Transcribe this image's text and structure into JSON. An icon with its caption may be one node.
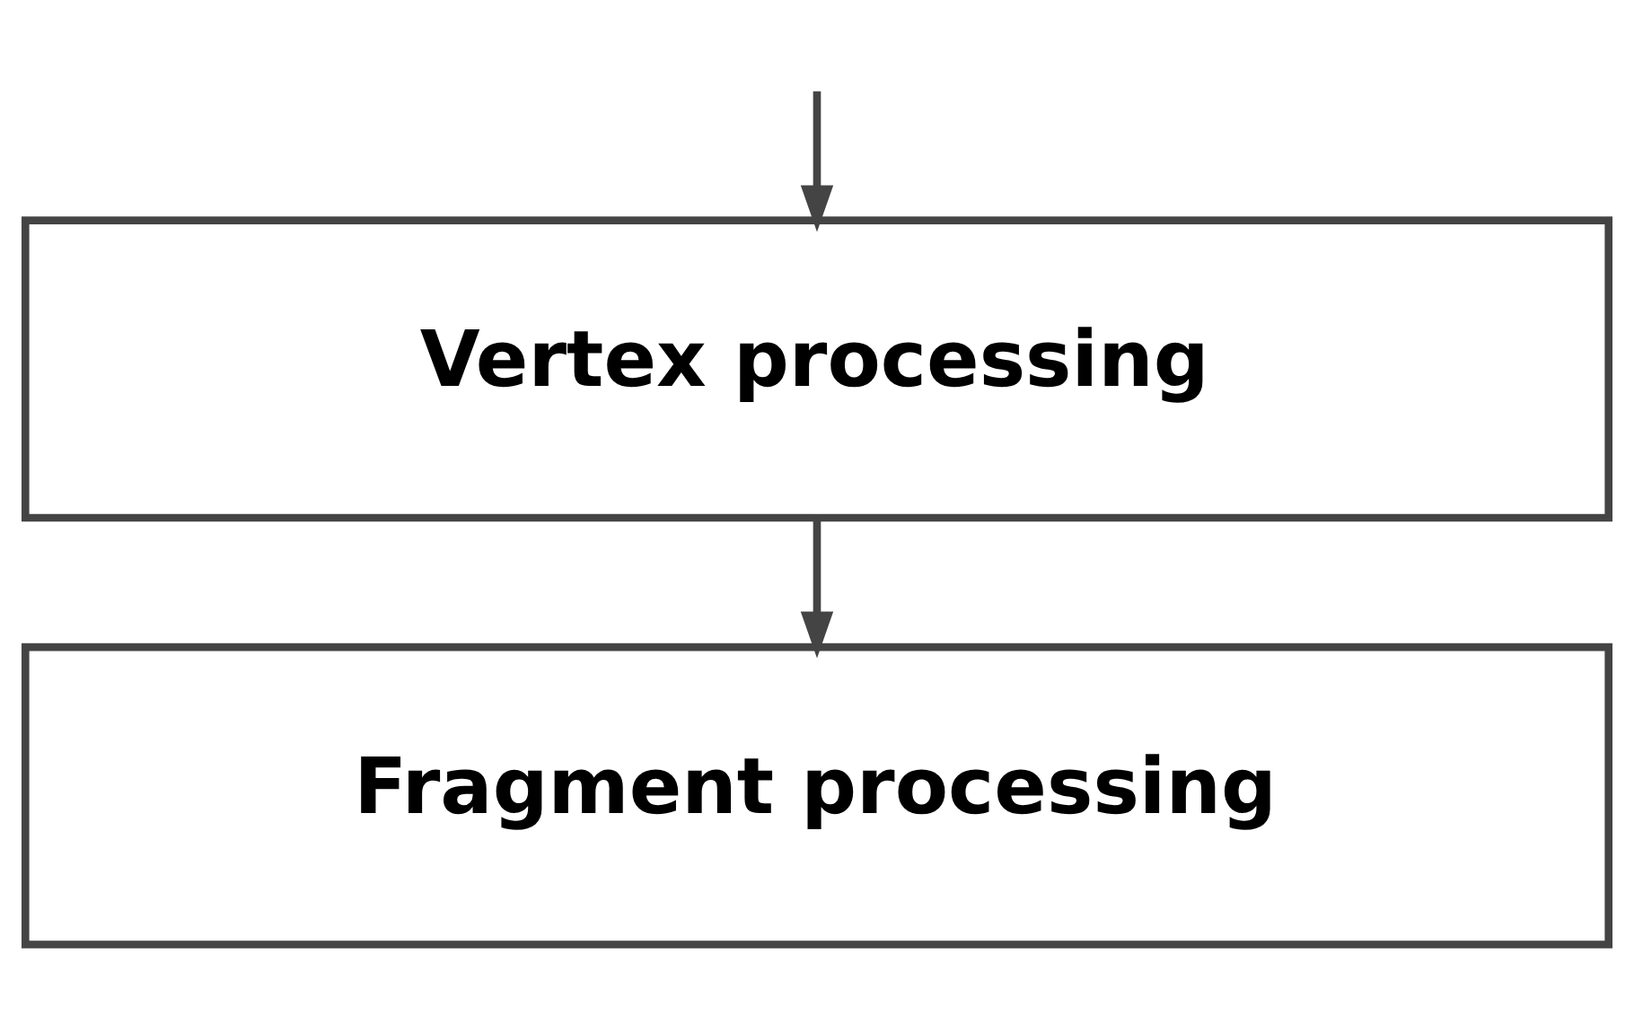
{
  "diagram": {
    "nodes": [
      {
        "text": [
          "Vertex processing"
        ]
      },
      {
        "text": [
          "Fragment processing"
        ]
      }
    ],
    "edges": [
      {
        "from": null,
        "to": 0,
        "arrow": "to"
      },
      {
        "from": 0,
        "to": 1,
        "arrow": "to"
      }
    ]
  }
}
